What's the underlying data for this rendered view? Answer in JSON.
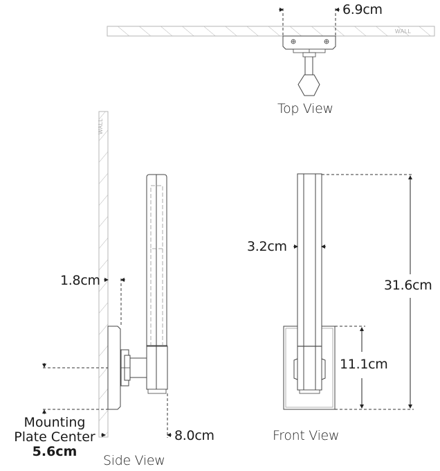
{
  "views": {
    "top": {
      "label": "Top View",
      "dimension": "6.9cm",
      "wall_label": "WALL"
    },
    "side": {
      "label": "Side View",
      "wall_label": "WALL",
      "dim_offset": "1.8cm",
      "dim_depth": "8.0cm",
      "mounting_note_line1": "Mounting",
      "mounting_note_line2": "Plate Center",
      "mounting_note_value": "5.6cm"
    },
    "front": {
      "label": "Front View",
      "dim_width": "3.2cm",
      "dim_height": "31.6cm",
      "dim_plate_height": "11.1cm"
    }
  },
  "colors": {
    "line": "#444444",
    "hatch": "#b5b5b5",
    "dashed": "#333333",
    "text": "#1a1a1a"
  }
}
